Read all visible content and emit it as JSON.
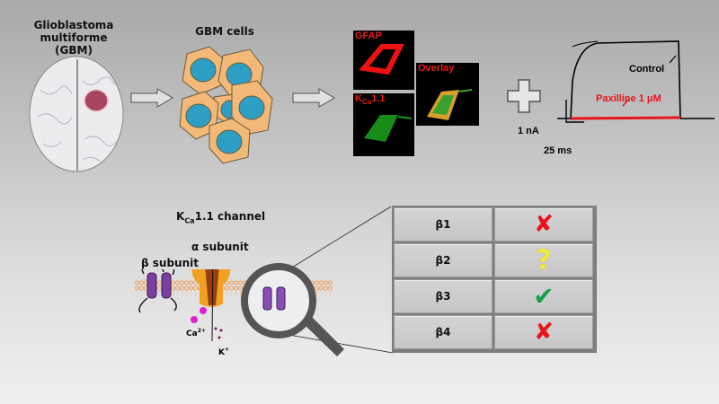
{
  "panel_top": {
    "brain_title_line1": "Glioblastoma multiforme",
    "brain_title_line2": "(GBM)",
    "cells_title": "GBM cells",
    "micrographs": {
      "gfap": "GFAP",
      "kca_k": "K",
      "kca_sub": "Ca",
      "kca_rest": "1.1",
      "overlay": "Overlay"
    },
    "trace": {
      "control_label": "Control",
      "paxilline_label": "Paxilline 1 μM",
      "scale_y": "1 nA",
      "scale_x": "25 ms"
    }
  },
  "panel_bottom": {
    "channel_title_k": "K",
    "channel_title_sub": "Ca",
    "channel_title_rest": "1.1 channel",
    "alpha_label": "α subunit",
    "beta_label": "β subunit",
    "ca_label": "Ca",
    "ca_sup": "2+",
    "k_label": "K",
    "k_sup": "+"
  },
  "beta_table": {
    "rows": [
      {
        "subunit": "β1",
        "status": "cross",
        "status_symbol": "✘"
      },
      {
        "subunit": "β2",
        "status": "unknown",
        "status_symbol": "?"
      },
      {
        "subunit": "β3",
        "status": "check",
        "status_symbol": "✔"
      },
      {
        "subunit": "β4",
        "status": "cross",
        "status_symbol": "✘"
      }
    ]
  },
  "colors": {
    "cross": "#e8141c",
    "unknown": "#f2ea3a",
    "check": "#17a046",
    "control_trace": "#000000",
    "paxilline_trace": "#e8141c"
  }
}
